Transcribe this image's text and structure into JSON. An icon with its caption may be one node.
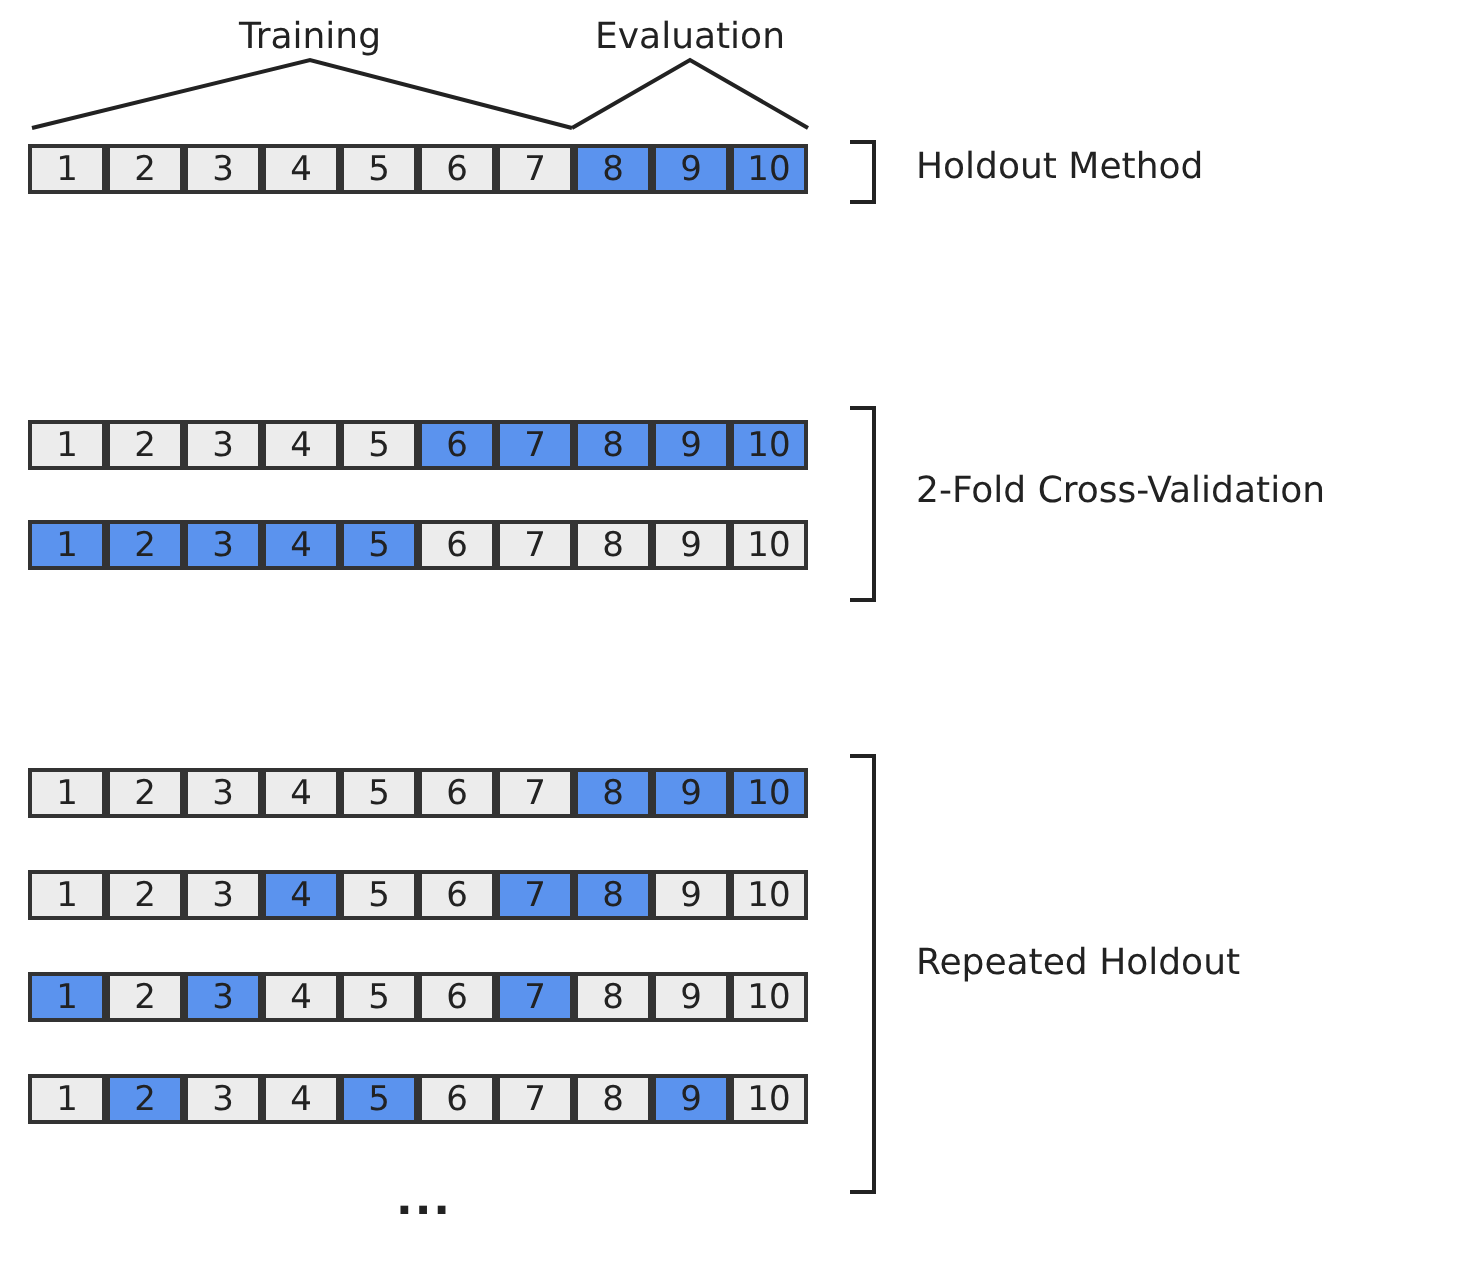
{
  "diagram": {
    "nodes": [
      {
        "text": [
          "1"
        ]
      },
      {
        "text": [
          "2"
        ]
      },
      {
        "text": [
          "3"
        ]
      },
      {
        "text": [
          "4"
        ]
      },
      {
        "text": [
          "5"
        ]
      },
      {
        "text": [
          "6"
        ]
      },
      {
        "text": [
          "7"
        ]
      },
      {
        "text": [
          "8"
        ]
      },
      {
        "text": [
          "9"
        ]
      },
      {
        "text": [
          "10"
        ]
      },
      {
        "text": [
          "1"
        ]
      },
      {
        "text": [
          "2"
        ]
      },
      {
        "text": [
          "3"
        ]
      },
      {
        "text": [
          "4"
        ]
      },
      {
        "text": [
          "5"
        ]
      },
      {
        "text": [
          "6"
        ]
      },
      {
        "text": [
          "7"
        ]
      },
      {
        "text": [
          "8"
        ]
      },
      {
        "text": [
          "9"
        ]
      },
      {
        "text": [
          "10"
        ]
      },
      {
        "text": [
          "1"
        ]
      },
      {
        "text": [
          "2"
        ]
      },
      {
        "text": [
          "3"
        ]
      },
      {
        "text": [
          "4"
        ]
      },
      {
        "text": [
          "5"
        ]
      },
      {
        "text": [
          "6"
        ]
      },
      {
        "text": [
          "7"
        ]
      },
      {
        "text": [
          "8"
        ]
      },
      {
        "text": [
          "9"
        ]
      },
      {
        "text": [
          "10"
        ]
      },
      {
        "text": [
          "1"
        ]
      },
      {
        "text": [
          "2"
        ]
      },
      {
        "text": [
          "3"
        ]
      },
      {
        "text": [
          "4"
        ]
      },
      {
        "text": [
          "5"
        ]
      },
      {
        "text": [
          "6"
        ]
      },
      {
        "text": [
          "7"
        ]
      },
      {
        "text": [
          "8"
        ]
      },
      {
        "text": [
          "9"
        ]
      },
      {
        "text": [
          "10"
        ]
      },
      {
        "text": [
          "1"
        ]
      },
      {
        "text": [
          "2"
        ]
      },
      {
        "text": [
          "3"
        ]
      },
      {
        "text": [
          "4"
        ]
      },
      {
        "text": [
          "5"
        ]
      },
      {
        "text": [
          "6"
        ]
      },
      {
        "text": [
          "7"
        ]
      },
      {
        "text": [
          "8"
        ]
      },
      {
        "text": [
          "9"
        ]
      },
      {
        "text": [
          "10"
        ]
      },
      {
        "text": [
          "1"
        ]
      },
      {
        "text": [
          "2"
        ]
      },
      {
        "text": [
          "3"
        ]
      },
      {
        "text": [
          "4"
        ]
      },
      {
        "text": [
          "5"
        ]
      },
      {
        "text": [
          "6"
        ]
      },
      {
        "text": [
          "7"
        ]
      },
      {
        "text": [
          "8"
        ]
      },
      {
        "text": [
          "9"
        ]
      },
      {
        "text": [
          "10"
        ]
      },
      {
        "text": [
          "1"
        ]
      },
      {
        "text": [
          "2"
        ]
      },
      {
        "text": [
          "3"
        ]
      },
      {
        "text": [
          "4"
        ]
      },
      {
        "text": [
          "5"
        ]
      },
      {
        "text": [
          "6"
        ]
      },
      {
        "text": [
          "7"
        ]
      },
      {
        "text": [
          "8"
        ]
      },
      {
        "text": [
          "9"
        ]
      },
      {
        "text": [
          "10"
        ]
      }
    ],
    "labels": [
      "Training",
      "Evaluation",
      "Holdout Method",
      "2-Fold Cross-Validation",
      "Repeated Holdout",
      "..."
    ]
  }
}
